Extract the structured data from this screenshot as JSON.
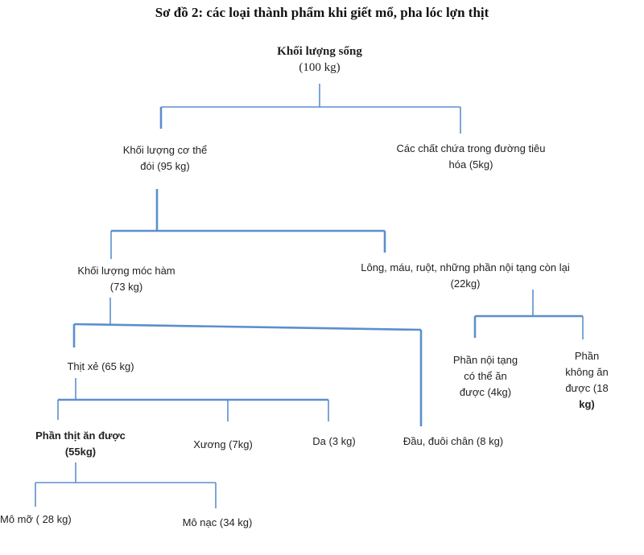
{
  "diagram": {
    "title": "Sơ đồ 2: các loại thành phẩm khi giết mổ, pha lóc lợn thịt",
    "line_color": "#5b8fce",
    "nodes": {
      "live_weight": {
        "line1": "Khối lượng sống",
        "line2": "(100 kg)"
      },
      "starved_body": {
        "line1": "Khối lượng cơ thể",
        "line2": "đói (95 kg)"
      },
      "digestive_contents": {
        "line1": "Các chất chứa trong đường tiêu",
        "line2": "hóa (5kg)"
      },
      "hook_weight": {
        "line1": "Khối lượng móc hàm",
        "line2": "(73 kg)"
      },
      "byproducts": {
        "line1": "Lông, máu, ruột, những phần nội tạng còn lại",
        "line2": "(22kg)"
      },
      "edible_organs": {
        "line1": "Phần nội tạng",
        "line2": "có thể ăn",
        "line3": "được (4kg)"
      },
      "inedible": {
        "line1": "Phần",
        "line2": "không ăn",
        "line3": "được (18",
        "line4": "kg)"
      },
      "carcass": {
        "line1": "Thịt xẻ (65 kg)"
      },
      "head_tail_feet": {
        "line1": "Đầu, đuôi chân (8 kg)"
      },
      "edible_meat": {
        "line1": "Phần thịt ăn được",
        "line2": "(55kg)"
      },
      "bone": {
        "line1": "Xương (7kg)"
      },
      "skin": {
        "line1": "Da (3 kg)"
      },
      "fat_tissue": {
        "line1": "Mô mỡ ( 28 kg)"
      },
      "lean_tissue": {
        "line1": "Mô nạc (34 kg)"
      }
    }
  }
}
